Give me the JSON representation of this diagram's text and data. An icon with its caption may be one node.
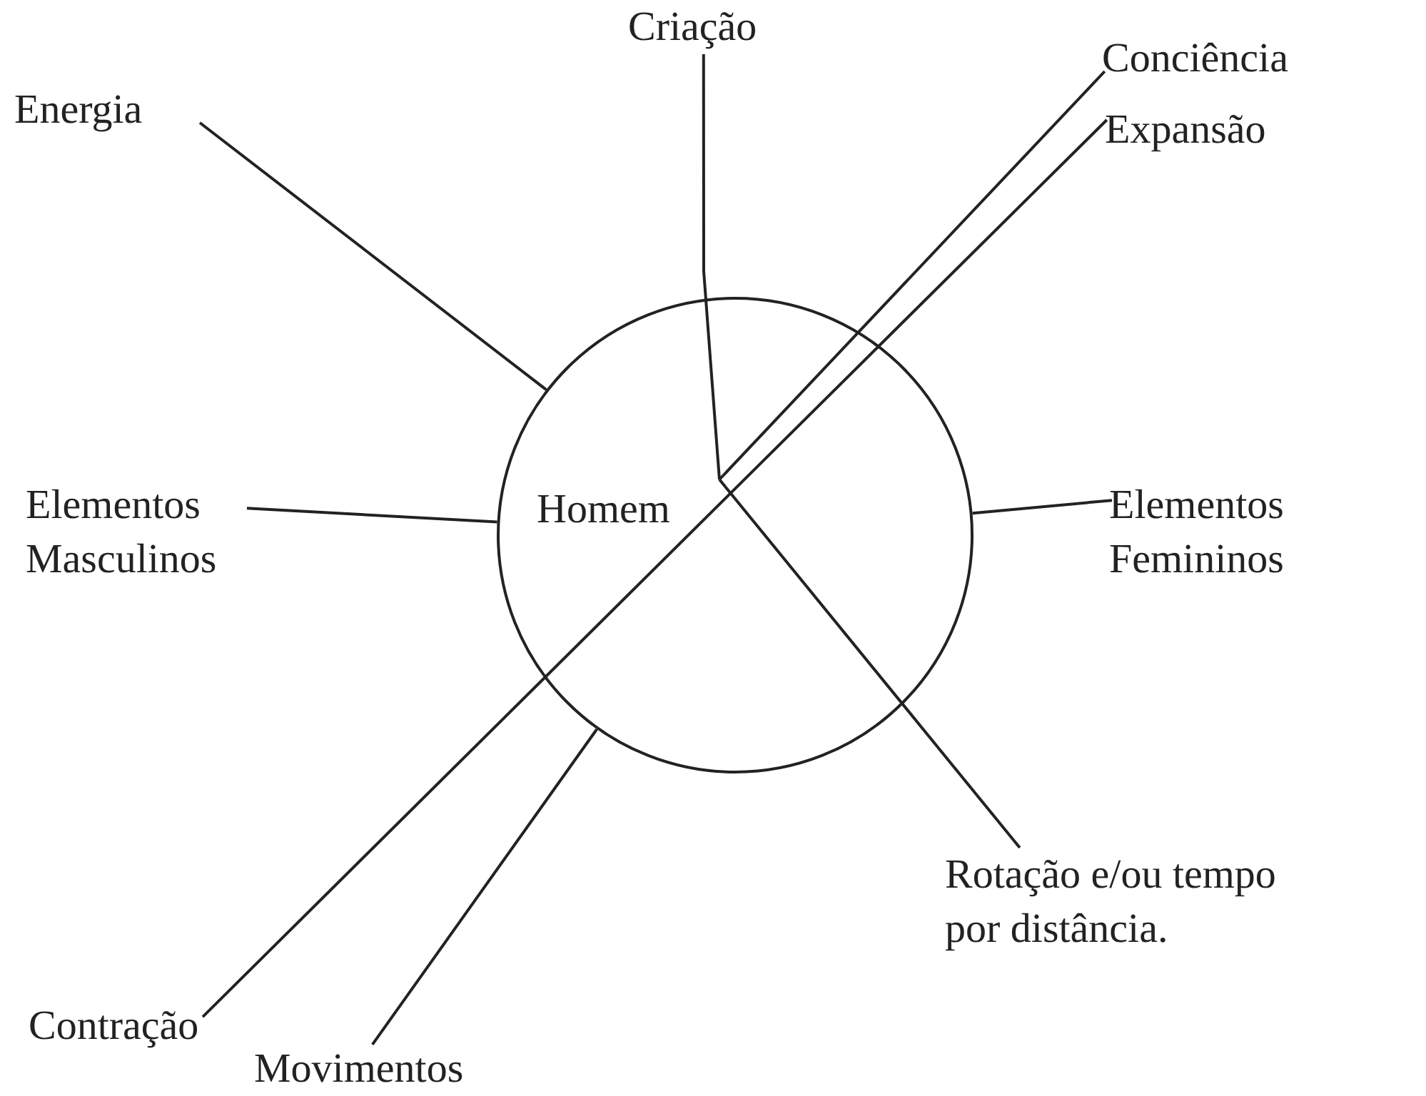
{
  "diagram": {
    "nodes": [
      {
        "text": [],
        "shape": "circle"
      },
      {
        "text": [
          "Homem"
        ],
        "in": 0
      },
      {
        "text": [
          "Energia"
        ]
      },
      {
        "text": [
          "Criação"
        ]
      },
      {
        "text": [
          "Conciência"
        ]
      },
      {
        "text": [
          "Expansão"
        ]
      },
      {
        "text": [
          "Elementos Masculinos"
        ]
      },
      {
        "text": [
          "Elementos Femininos"
        ]
      },
      {
        "text": [
          "Rotação e/ou tempo por distância."
        ]
      },
      {
        "text": [
          "Contração"
        ]
      },
      {
        "text": [
          "Movimentos"
        ]
      }
    ],
    "edges": [
      {
        "from": 2,
        "to": 0,
        "arrow": "none"
      },
      {
        "from": 3,
        "to": 1,
        "arrow": "none"
      },
      {
        "from": 4,
        "to": 1,
        "arrow": "none"
      },
      {
        "from": 8,
        "to": 1,
        "arrow": "none"
      },
      {
        "from": 5,
        "to": 9,
        "arrow": "none"
      },
      {
        "from": 6,
        "to": 0,
        "arrow": "none"
      },
      {
        "from": 7,
        "to": 0,
        "arrow": "none"
      },
      {
        "from": 10,
        "to": 0,
        "arrow": "none"
      }
    ]
  }
}
